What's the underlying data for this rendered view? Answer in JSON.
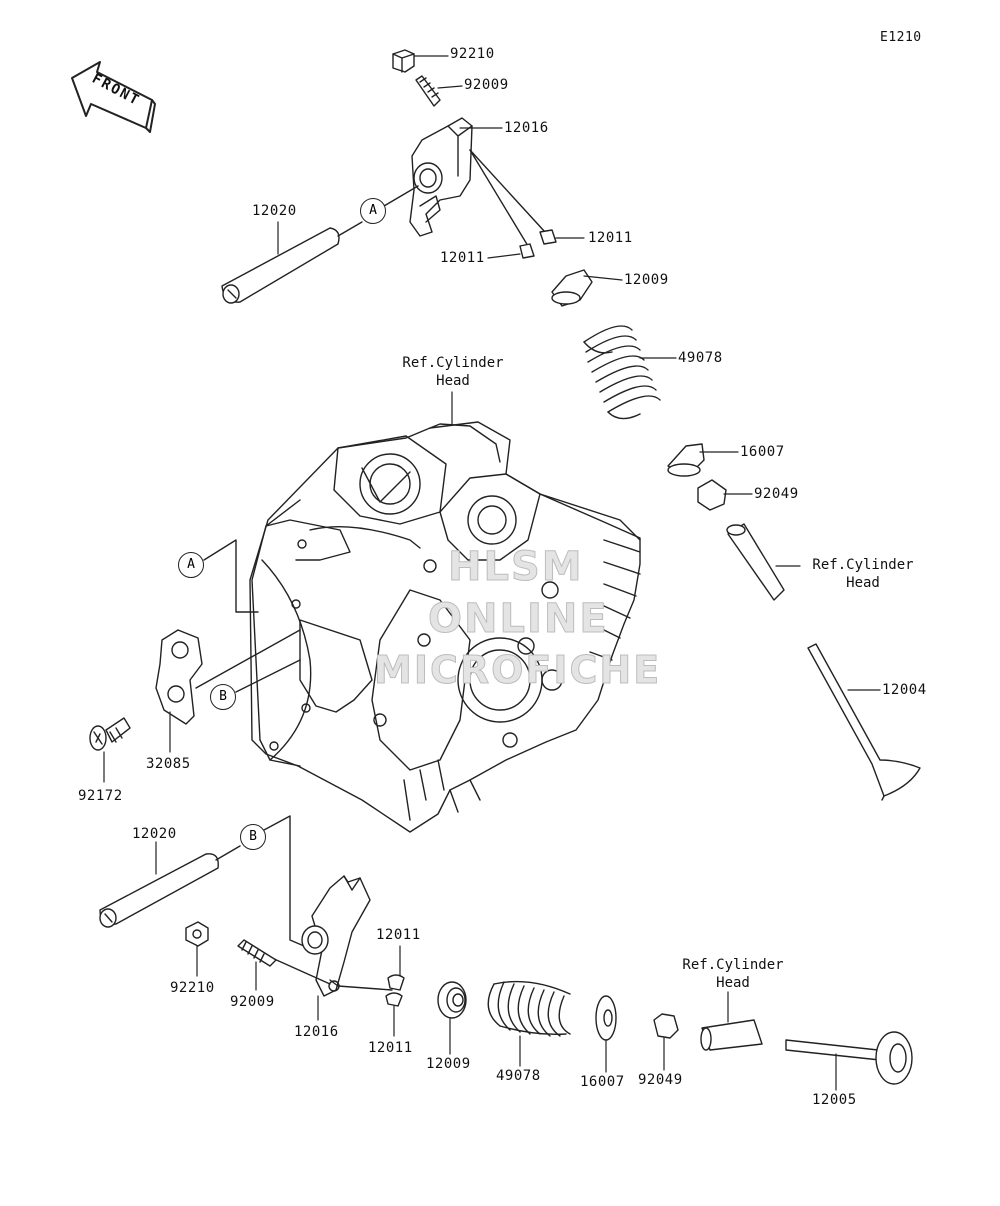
{
  "diagram_code": "E1210",
  "front_label": "FRONT",
  "watermark": {
    "line1": "HLSM",
    "line2": "ONLINE",
    "line3": "MICROFICHE"
  },
  "ref_labels": {
    "head_top": {
      "line1": "Ref.Cylinder",
      "line2": "Head"
    },
    "head_right": {
      "line1": "Ref.Cylinder",
      "line2": "Head"
    },
    "head_bottom": {
      "line1": "Ref.Cylinder",
      "line2": "Head"
    }
  },
  "callouts": {
    "a_top": "A",
    "a_left": "A",
    "b_left": "B",
    "b_bottom": "B"
  },
  "parts": {
    "p92210_top": "92210",
    "p92009_top": "92009",
    "p12016_top": "12016",
    "p12020_top": "12020",
    "p12011_top_right": "12011",
    "p12011_top_left": "12011",
    "p12009_top": "12009",
    "p49078_top": "49078",
    "p16007_top": "16007",
    "p92049_top": "92049",
    "p12004": "12004",
    "p32085": "32085",
    "p92172": "92172",
    "p12020_bottom": "12020",
    "p92210_bottom": "92210",
    "p92009_bottom": "92009",
    "p12016_bottom": "12016",
    "p12011_bottom_top": "12011",
    "p12011_bottom_bottom": "12011",
    "p12009_bottom": "12009",
    "p49078_bottom": "49078",
    "p16007_bottom": "16007",
    "p92049_bottom": "92049",
    "p12005": "12005"
  }
}
